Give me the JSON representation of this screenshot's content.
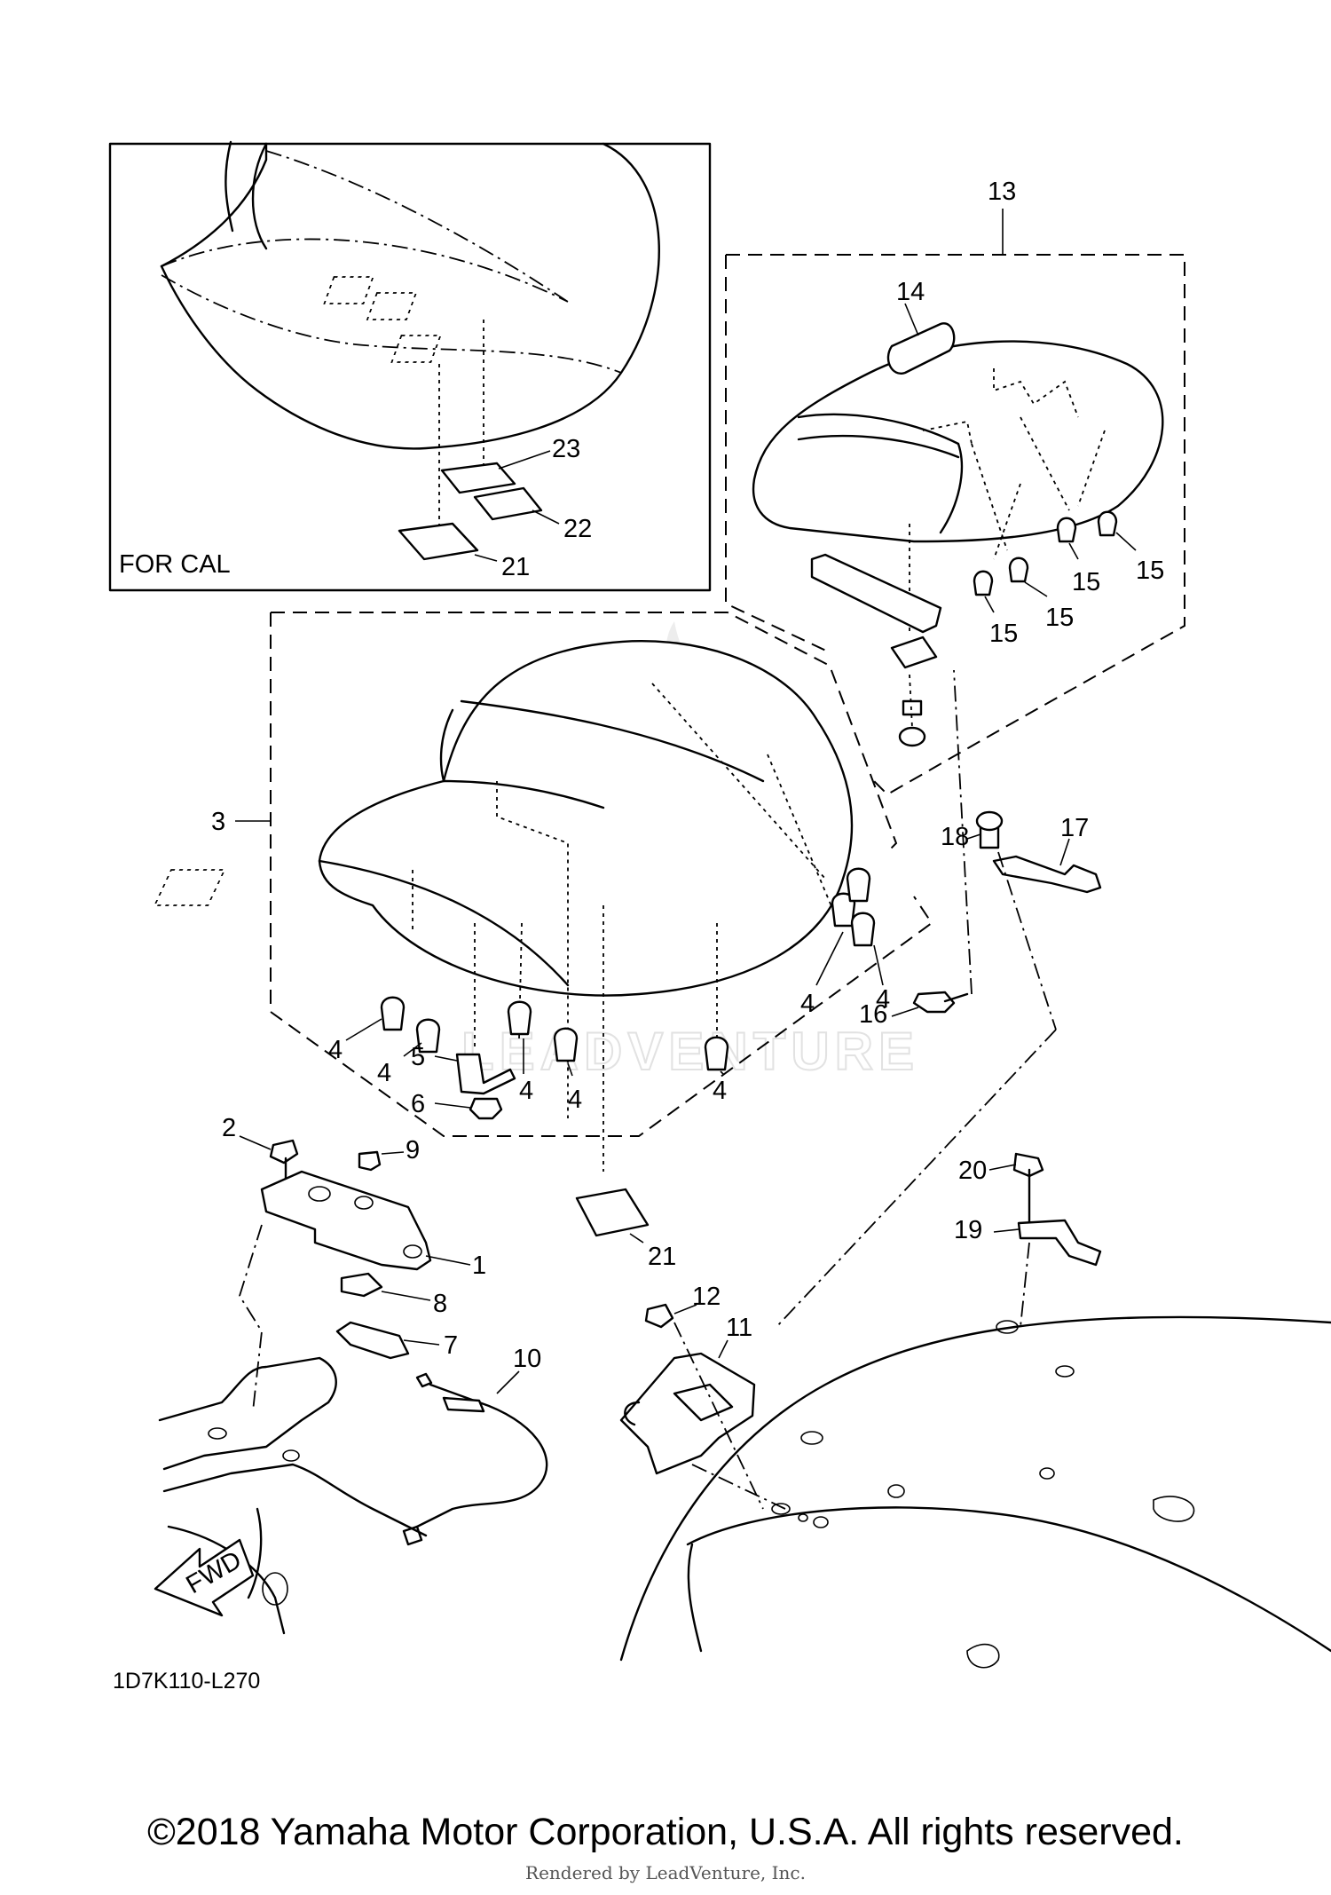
{
  "inset": {
    "label": "FOR CAL"
  },
  "callouts": {
    "c1": "1",
    "c2": "2",
    "c3": "3",
    "c4": "4",
    "c5": "5",
    "c6": "6",
    "c7": "7",
    "c8": "8",
    "c9": "9",
    "c10": "10",
    "c11": "11",
    "c12": "12",
    "c13": "13",
    "c14": "14",
    "c15": "15",
    "c16": "16",
    "c17": "17",
    "c18": "18",
    "c19": "19",
    "c20": "20",
    "c21": "21",
    "c22": "22",
    "c23": "23"
  },
  "fwd_arrow": {
    "label": "FWD"
  },
  "drawing_code": "1D7K110-L270",
  "watermark": {
    "text": "LEADVENTURE"
  },
  "footer": {
    "copyright": "©2018 Yamaha Motor Corporation, U.S.A. All rights reserved.",
    "rendered_by": "Rendered by LeadVenture, Inc."
  }
}
